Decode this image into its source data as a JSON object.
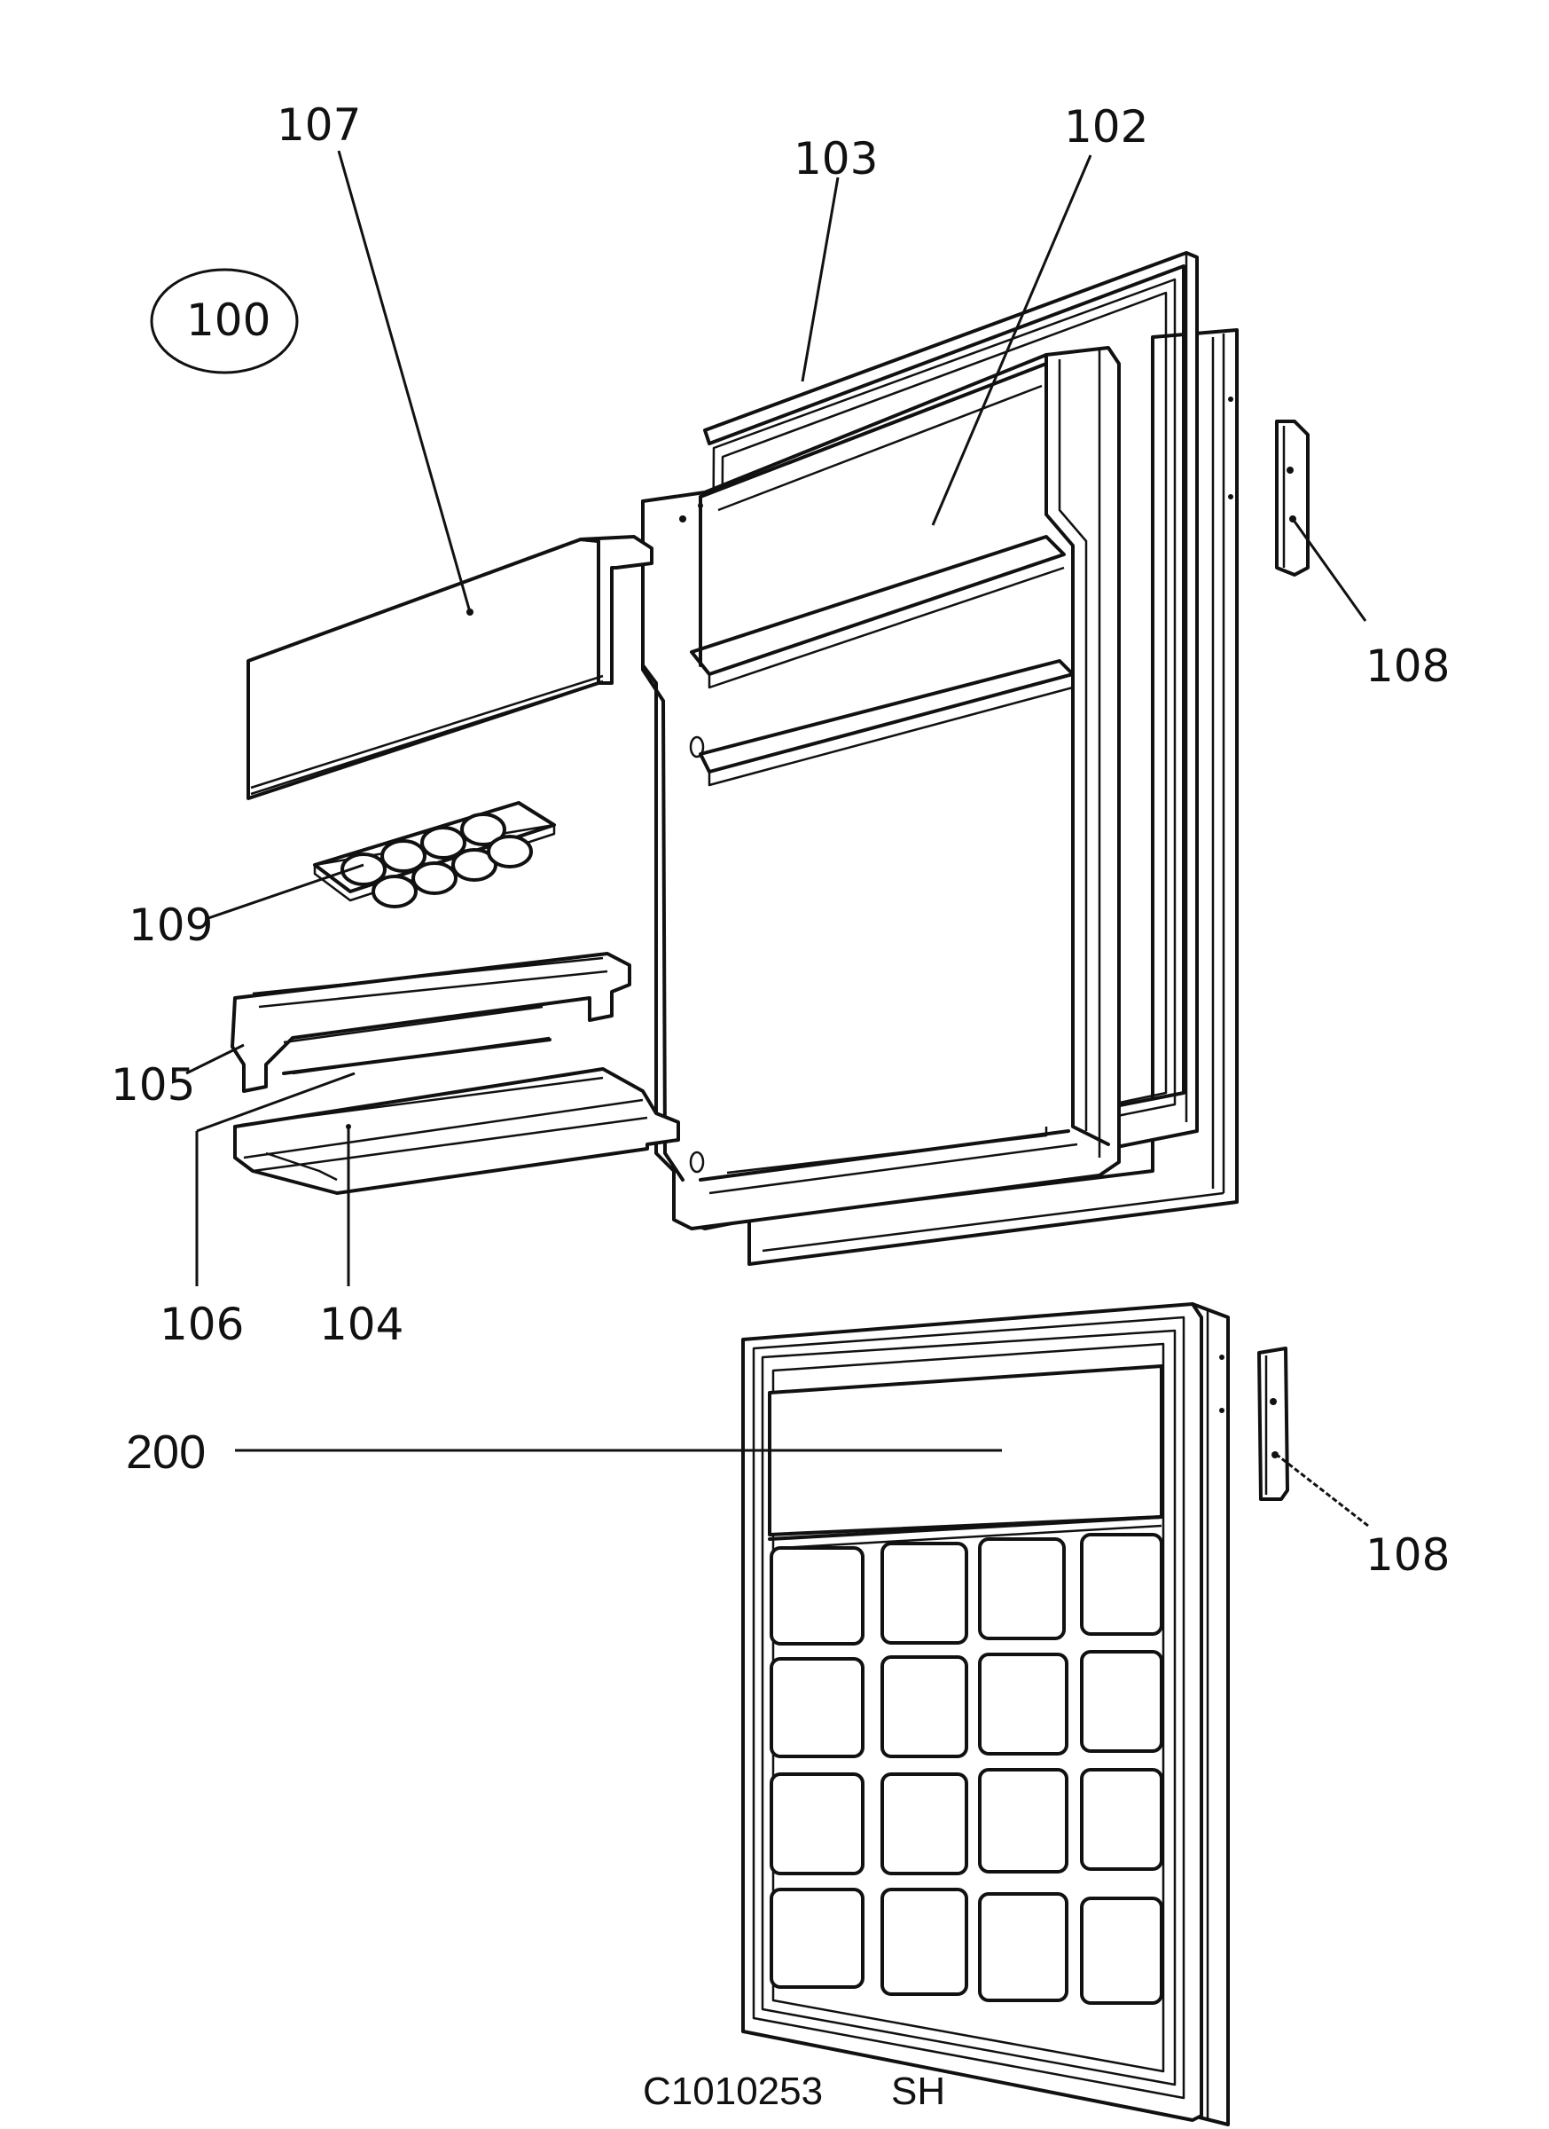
{
  "assembly_label": "100",
  "labels": {
    "p102": "102",
    "p103": "103",
    "p104": "104",
    "p105": "105",
    "p106": "106",
    "p107": "107",
    "p108_upper": "108",
    "p108_lower": "108",
    "p109": "109",
    "p200": "200"
  },
  "footer": {
    "code": "C1010253",
    "suffix": "SH"
  }
}
